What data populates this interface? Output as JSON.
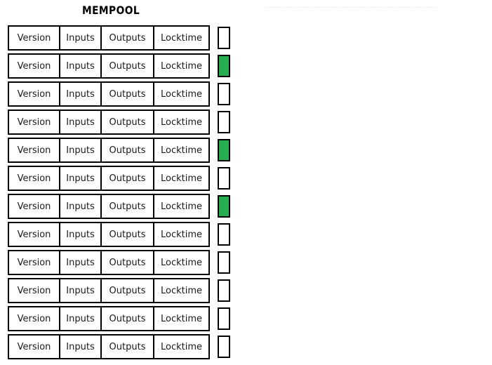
{
  "title": "MEMPOOL",
  "colors": {
    "marker_selected": "#27ae50",
    "marker_default": "#ffffff",
    "border": "#000000",
    "background": "#ffffff",
    "artifact_line": "#ececec"
  },
  "table": {
    "columns": [
      "Version",
      "Inputs",
      "Outputs",
      "Locktime"
    ],
    "row_count": 12,
    "rows": [
      {
        "version": "Version",
        "inputs": "Inputs",
        "outputs": "Outputs",
        "locktime": "Locktime",
        "marker": false
      },
      {
        "version": "Version",
        "inputs": "Inputs",
        "outputs": "Outputs",
        "locktime": "Locktime",
        "marker": true
      },
      {
        "version": "Version",
        "inputs": "Inputs",
        "outputs": "Outputs",
        "locktime": "Locktime",
        "marker": false
      },
      {
        "version": "Version",
        "inputs": "Inputs",
        "outputs": "Outputs",
        "locktime": "Locktime",
        "marker": false
      },
      {
        "version": "Version",
        "inputs": "Inputs",
        "outputs": "Outputs",
        "locktime": "Locktime",
        "marker": true
      },
      {
        "version": "Version",
        "inputs": "Inputs",
        "outputs": "Outputs",
        "locktime": "Locktime",
        "marker": false
      },
      {
        "version": "Version",
        "inputs": "Inputs",
        "outputs": "Outputs",
        "locktime": "Locktime",
        "marker": true
      },
      {
        "version": "Version",
        "inputs": "Inputs",
        "outputs": "Outputs",
        "locktime": "Locktime",
        "marker": false
      },
      {
        "version": "Version",
        "inputs": "Inputs",
        "outputs": "Outputs",
        "locktime": "Locktime",
        "marker": false
      },
      {
        "version": "Version",
        "inputs": "Inputs",
        "outputs": "Outputs",
        "locktime": "Locktime",
        "marker": false
      },
      {
        "version": "Version",
        "inputs": "Inputs",
        "outputs": "Outputs",
        "locktime": "Locktime",
        "marker": false
      },
      {
        "version": "Version",
        "inputs": "Inputs",
        "outputs": "Outputs",
        "locktime": "Locktime",
        "marker": false
      }
    ]
  }
}
